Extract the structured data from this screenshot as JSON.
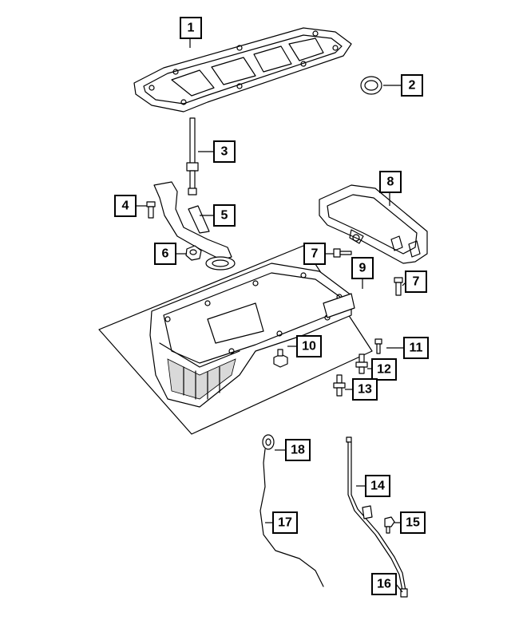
{
  "callouts": [
    {
      "id": "c1",
      "label": "1"
    },
    {
      "id": "c2",
      "label": "2"
    },
    {
      "id": "c3",
      "label": "3"
    },
    {
      "id": "c4",
      "label": "4"
    },
    {
      "id": "c5",
      "label": "5"
    },
    {
      "id": "c6",
      "label": "6"
    },
    {
      "id": "c7a",
      "label": "7"
    },
    {
      "id": "c7b",
      "label": "7"
    },
    {
      "id": "c8",
      "label": "8"
    },
    {
      "id": "c9",
      "label": "9"
    },
    {
      "id": "c10",
      "label": "10"
    },
    {
      "id": "c11",
      "label": "11"
    },
    {
      "id": "c12",
      "label": "12"
    },
    {
      "id": "c13",
      "label": "13"
    },
    {
      "id": "c14",
      "label": "14"
    },
    {
      "id": "c15",
      "label": "15"
    },
    {
      "id": "c16",
      "label": "16"
    },
    {
      "id": "c17",
      "label": "17"
    },
    {
      "id": "c18",
      "label": "18"
    }
  ],
  "colors": {
    "line": "#000000",
    "background": "#ffffff",
    "shade": "#d9d9d9"
  }
}
